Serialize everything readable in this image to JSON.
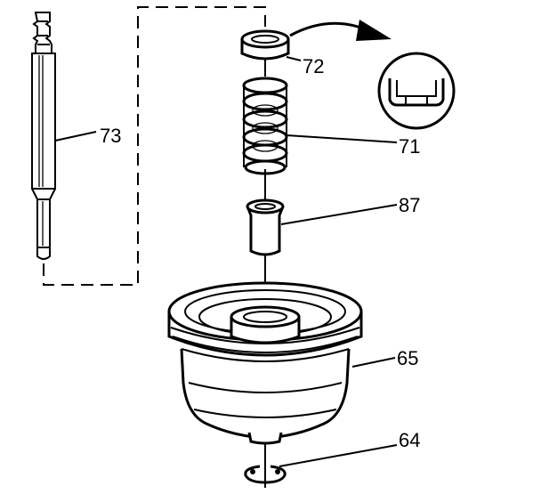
{
  "colors": {
    "ink": "#000000",
    "paper": "#ffffff"
  },
  "callouts": {
    "tool": "73",
    "cap": "72",
    "spring": "71",
    "sleeve": "87",
    "housing": "65",
    "clip": "64"
  },
  "icons": {
    "detail": "cup-section-detail-icon"
  }
}
